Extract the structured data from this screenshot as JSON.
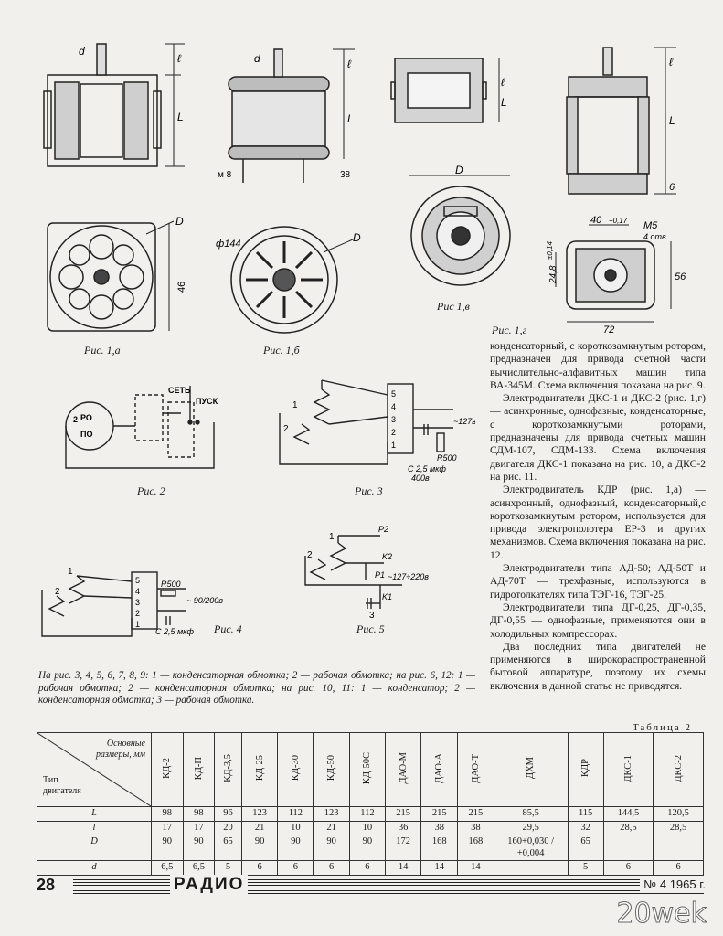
{
  "figures": {
    "fig_1a": "Рис. 1,а",
    "fig_1b": "Рис. 1,б",
    "fig_1v": "Рис 1,в",
    "fig_1g": "Рис. 1,г",
    "fig_2": "Рис. 2",
    "fig_3": "Рис. 3",
    "fig_4": "Рис. 4",
    "fig_5": "Рис. 5"
  },
  "drawing_labels": {
    "d": "d",
    "l": "ℓ",
    "L": "L",
    "D": "D",
    "m8": "м 8",
    "38": "38",
    "46": "46",
    "phi144": "ф144",
    "40": "40",
    "tol_017": "+0,17",
    "m5": "M5",
    "four_holes": "4 отв",
    "tol_248": "24,8",
    "tol_014": "±0,14",
    "56": "56",
    "72": "72",
    "6": "6",
    "set": "СЕТЬ",
    "pusk": "ПУСК",
    "ro": "РО",
    "po": "ПО",
    "pin2": "2",
    "r500": "R500",
    "c25": "C 2,5 мкф",
    "v400": "400в",
    "v127": "~127в",
    "v90200": "~ 90/200в",
    "p2": "P2",
    "p1": "P1",
    "k2": "K2",
    "k1": "K1",
    "v127220": "~127÷220в",
    "n1": "1",
    "n2": "2",
    "n3": "3",
    "n4": "4",
    "n5": "5"
  },
  "article": [
    "конденсаторный, с короткозамкнутым ротором, предназначен для привода счетной части вычислительно-алфавитных машин типа ВА-345М. Схема включения показана на рис. 9.",
    "Электродвигатели ДКС-1 и ДКС-2 (рис. 1,г) — асинхронные, однофазные, конденсаторные, с короткозамкнутыми роторами, предназначены для привода счетных машин СДМ-107, СДМ-133. Схема включения двигателя ДКС-1 показана на рис. 10, а ДКС-2 на рис. 11.",
    "Электродвигатель КДР (рис. 1,а) — асинхронный, однофазный, конденсаторный,с короткозамкнутым ротором, используется для привода электрополотера ЕР-3 и других механизмов. Схема включения показана на рис. 12.",
    "Электродвигатели типа АД-50; АД-50Т и АД-70Т — трехфазные, используются в гидротолкателях типа ТЭГ-16, ТЭГ-25.",
    "Электродвигатели типа ДГ-0,25, ДГ-0,35, ДГ-0,55 — однофазные, применяются они в холодильных компрессорах.",
    "Два последних типа двигателей не применяются в широкораспространенной бытовой аппаратуре, поэтому их схемы включения в данной статье не приводятся."
  ],
  "legend": "На рис. 3, 4, 5, 6, 7, 8, 9: 1 — конденсаторная обмотка; 2 — рабочая обмотка; на рис. 6, 12: 1 — рабочая обмотка; 2 — конденсаторная обмотка; на рис. 10, 11: 1 — конденсатор; 2 — конденсаторная обмотка; 3 — рабочая обмотка.",
  "table": {
    "title": "Таблица 2",
    "corner_top": "Основные размеры, мм",
    "corner_bottom": "Тип двигателя",
    "columns": [
      "КД-2",
      "КД-П",
      "КД-3,5",
      "КД-25",
      "КД-30",
      "КД-50",
      "КД-50С",
      "ДАО-М",
      "ДАО-А",
      "ДАО-Т",
      "ДХМ",
      "КДР",
      "ДКС-1",
      "ДКС-2"
    ],
    "rows": [
      {
        "label": "L",
        "values": [
          "98",
          "98",
          "96",
          "123",
          "112",
          "123",
          "112",
          "215",
          "215",
          "215",
          "85,5",
          "115",
          "144,5",
          "120,5"
        ]
      },
      {
        "label": "l",
        "values": [
          "17",
          "17",
          "20",
          "21",
          "10",
          "21",
          "10",
          "36",
          "38",
          "38",
          "29,5",
          "32",
          "28,5",
          "28,5"
        ]
      },
      {
        "label": "D",
        "values": [
          "90",
          "90",
          "65",
          "90",
          "90",
          "90",
          "90",
          "172",
          "168",
          "168",
          "160+0,030 / +0,004",
          "65",
          "",
          ""
        ]
      },
      {
        "label": "d",
        "values": [
          "6,5",
          "6,5",
          "5",
          "6",
          "6",
          "6",
          "6",
          "14",
          "14",
          "14",
          "",
          "5",
          "6",
          "6"
        ]
      }
    ]
  },
  "footer": {
    "page": "28",
    "brand": "РАДИО",
    "issue": "№ 4 1965 г."
  },
  "watermark": "20wek"
}
